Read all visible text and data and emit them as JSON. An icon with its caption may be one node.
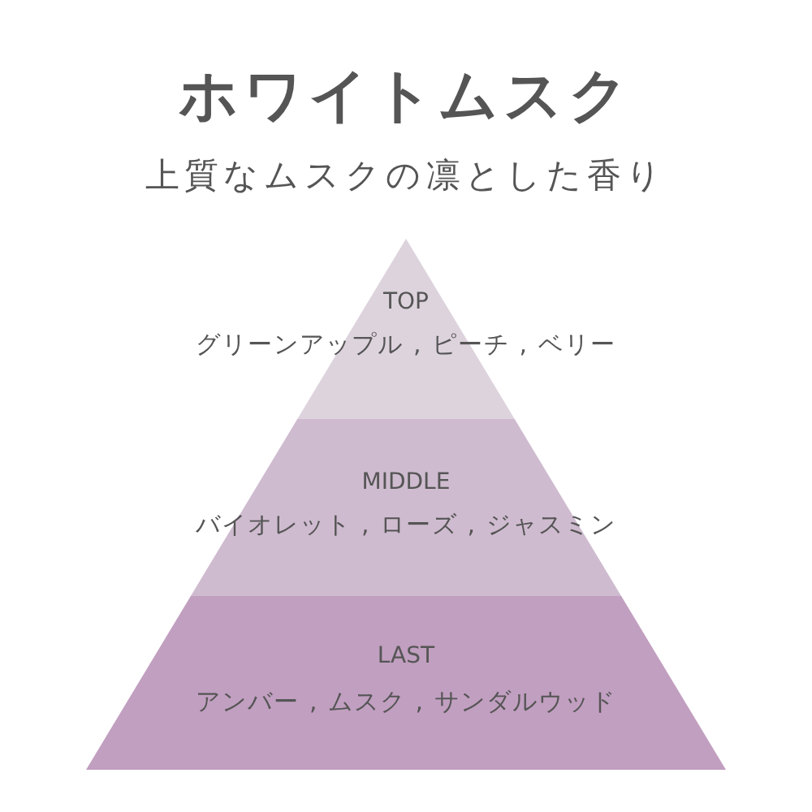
{
  "diagram": {
    "title": "ホワイトムスク",
    "nodes": [
      {
        "text": [
          "TOP",
          "グリーンアップル , ピーチ , ベリー"
        ]
      },
      {
        "text": [
          "MIDDLE",
          "バイオレット , ローズ , ジャスミン"
        ]
      },
      {
        "text": [
          "LAST",
          "アンバー , ムスク , サンダルウッド"
        ]
      }
    ],
    "labels": [
      "上質なムスクの凛とした香り"
    ]
  }
}
